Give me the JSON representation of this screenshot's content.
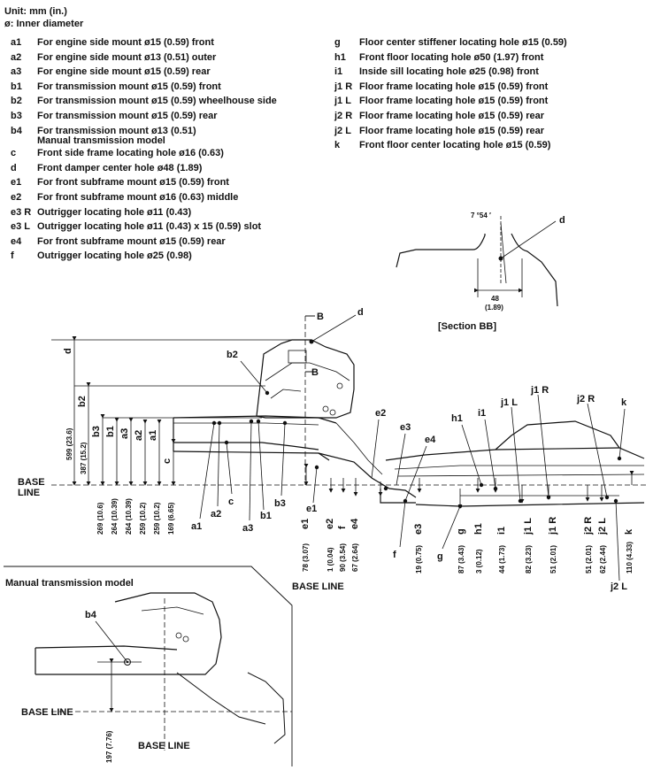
{
  "header": {
    "unit": "Unit: mm (in.)",
    "inner": "ø: Inner diameter"
  },
  "legend_left": [
    {
      "code": "a1",
      "text": "For engine side mount ø15 (0.59) front"
    },
    {
      "code": "a2",
      "text": "For engine side mount ø13 (0.51) outer"
    },
    {
      "code": "a3",
      "text": "For engine side mount ø15 (0.59) rear"
    },
    {
      "code": "b1",
      "text": "For transmission mount ø15 (0.59) front"
    },
    {
      "code": "b2",
      "text": "For transmission mount ø15 (0.59) wheelhouse side"
    },
    {
      "code": "b3",
      "text": "For transmission mount ø15 (0.59) rear"
    },
    {
      "code": "b4",
      "text": "For transmission mount ø13 (0.51)",
      "sub": "Manual transmission model"
    },
    {
      "code": "c",
      "text": "Front side frame locating hole ø16 (0.63)"
    },
    {
      "code": "d",
      "text": "Front damper center hole ø48 (1.89)"
    },
    {
      "code": "e1",
      "text": "For front subframe mount ø15 (0.59) front"
    },
    {
      "code": "e2",
      "text": "For front subframe mount ø16 (0.63) middle"
    },
    {
      "code": "e3 R",
      "text": "Outrigger locating hole ø11 (0.43)"
    },
    {
      "code": "e3 L",
      "text": "Outrigger locating hole ø11 (0.43) x 15 (0.59) slot"
    },
    {
      "code": "e4",
      "text": "For front subframe mount ø15 (0.59) rear"
    },
    {
      "code": "f",
      "text": "Outrigger locating hole ø25 (0.98)"
    }
  ],
  "legend_right": [
    {
      "code": "g",
      "text": "Floor center stiffener locating hole ø15 (0.59)"
    },
    {
      "code": "h1",
      "text": "Front floor locating hole ø50 (1.97) front"
    },
    {
      "code": "i1",
      "text": "Inside sill locating hole ø25 (0.98) front"
    },
    {
      "code": "j1 R",
      "text": "Floor frame locating hole ø15 (0.59) front"
    },
    {
      "code": "j1 L",
      "text": "Floor frame locating hole ø15 (0.59) front"
    },
    {
      "code": "j2 R",
      "text": "Floor frame locating hole ø15 (0.59) rear"
    },
    {
      "code": "j2 L",
      "text": "Floor frame locating hole ø15 (0.59) rear"
    },
    {
      "code": "k",
      "text": "Front floor center locating hole ø15 (0.59)"
    }
  ],
  "section": {
    "title": "[Section BB]",
    "angle": "7 °54 ′",
    "width_mm": "48",
    "width_in": "(1.89)",
    "point": "d"
  },
  "main": {
    "base_line_left": [
      "BASE",
      "LINE"
    ],
    "base_line_bottom": "BASE LINE",
    "cut_label": "B",
    "callouts": [
      "d",
      "b2",
      "e2",
      "e3",
      "e4",
      "h1",
      "i1",
      "j1 L",
      "j1 R",
      "j2 R",
      "k",
      "a1",
      "a2",
      "c",
      "b1",
      "a3",
      "b3",
      "e1",
      "f",
      "g",
      "j2 L"
    ],
    "vertical_dims": [
      "599 (23.6)",
      "387 (15.2)"
    ],
    "vertical_dim_symbols": [
      "d",
      "b2",
      "b3",
      "b1",
      "a3",
      "a2",
      "a1",
      "c"
    ],
    "upper_dims": [
      "269 (10.6)",
      "264 (10.39)",
      "264 (10.39)",
      "259 (10.2)",
      "259 (10.2)",
      "169 (6.65)"
    ],
    "lower_dims_left": [
      "78 (3.07)",
      "1 (0.04)",
      "90 (3.54)",
      "67 (2.64)"
    ],
    "lower_syms_left": [
      "e1",
      "e2",
      "f",
      "e4"
    ],
    "lower_dims_right": [
      "19 (0.75)",
      "87 (3.43)",
      "3 (0.12)",
      "44 (1.73)",
      "82 (3.23)",
      "51 (2.01)",
      "51 (2.01)",
      "62 (2.44)",
      "110 (4.33)"
    ],
    "lower_syms_right": [
      "e3",
      "g",
      "h1",
      "i1",
      "j1 L",
      "j1 R",
      "j2 R",
      "j2 L",
      "k"
    ]
  },
  "manual": {
    "title": "Manual transmission model",
    "point": "b4",
    "dim": "197 (7.76)",
    "base_line_left": "BASE LINE",
    "base_line_bottom": "BASE LINE"
  }
}
